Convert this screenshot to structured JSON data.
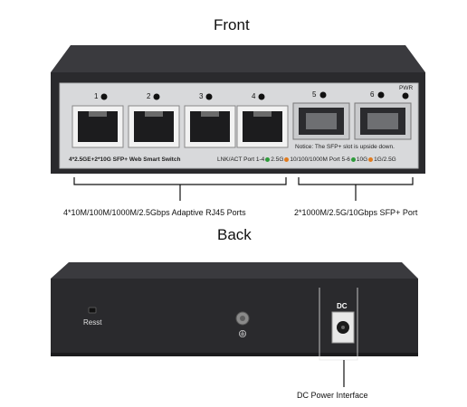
{
  "front": {
    "heading": "Front",
    "port_numbers": [
      "1",
      "2",
      "3",
      "4",
      "5",
      "6"
    ],
    "pwr_label": "PWR",
    "panel_model": "4*2.5GE+2*10G SFP+ Web Smart Switch",
    "lnk_act": "LNK/ACT",
    "rj45_legend_prefix": "Port 1-4",
    "rj45_legend": [
      {
        "text": "2.5G",
        "color": "#2e9b3b"
      },
      {
        "text": "10/100/1000M",
        "color": "#e07b1e"
      }
    ],
    "sfp_legend_prefix": "Port 5-6",
    "sfp_legend": [
      {
        "text": "10G",
        "color": "#2e9b3b"
      },
      {
        "text": "1G/2.5G",
        "color": "#e07b1e"
      }
    ],
    "notice": "Notice: The SFP+ slot is upside down.",
    "rj45_caption": "4*10M/100M/1000M/2.5Gbps Adaptive RJ45 Ports",
    "sfp_caption": "2*1000M/2.5G/10Gbps SFP+ Port"
  },
  "back": {
    "heading": "Back",
    "reset_label": "Resst",
    "dc_label": "DC",
    "dc_caption": "DC Power Interface"
  },
  "colors": {
    "chassis": "#2a2a2d",
    "panel": "#d8d9db",
    "led_green": "#2e9b3b",
    "led_orange": "#e07b1e"
  }
}
